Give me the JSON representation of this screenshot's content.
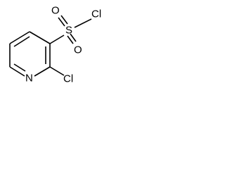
{
  "molecule": {
    "atoms": {
      "ring_nitrogen": "N",
      "chlorine_on_ring": "Cl",
      "sulfur": "S",
      "sulfonyl_oxygen_left": "O",
      "sulfonyl_oxygen_bottom": "O",
      "chlorine_on_sulfur": "Cl"
    },
    "colors": {
      "bond": "#000000",
      "label": "#000000",
      "background": "#ffffff"
    }
  }
}
